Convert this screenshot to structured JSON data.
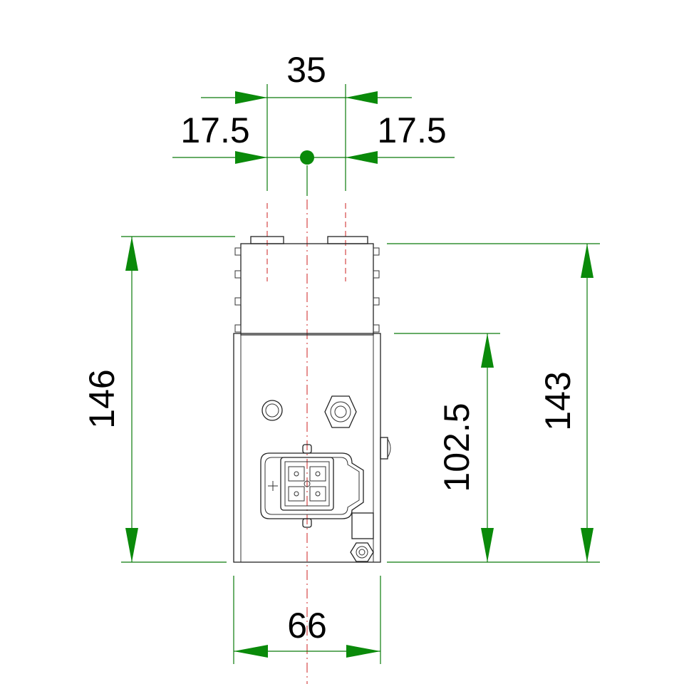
{
  "dimensions": {
    "width_top": "35",
    "offset_left": "17.5",
    "offset_right": "17.5",
    "height_left": "146",
    "height_mid": "102.5",
    "height_right": "143",
    "width_bottom": "66"
  },
  "colors": {
    "dimension": "#0a7a0a",
    "arrow": "#0a8a0a",
    "centerline": "#cc2222",
    "outline": "#222222"
  }
}
